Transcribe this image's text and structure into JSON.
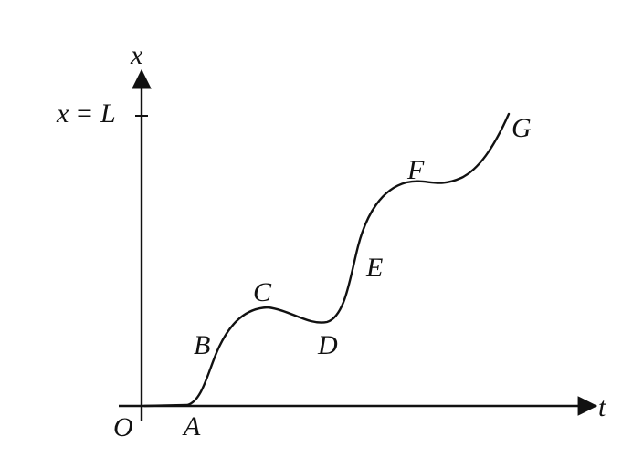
{
  "axes": {
    "x_axis_label": "t",
    "y_axis_label": "x",
    "origin_label": "O",
    "level_label_var": "x",
    "level_label_eq": "=",
    "level_label_val": "L"
  },
  "points": [
    {
      "id": "A",
      "label": "A"
    },
    {
      "id": "B",
      "label": "B"
    },
    {
      "id": "C",
      "label": "C"
    },
    {
      "id": "D",
      "label": "D"
    },
    {
      "id": "E",
      "label": "E"
    },
    {
      "id": "F",
      "label": "F"
    },
    {
      "id": "G",
      "label": "G"
    }
  ],
  "colors": {
    "ink": "#111111",
    "background": "#ffffff"
  }
}
